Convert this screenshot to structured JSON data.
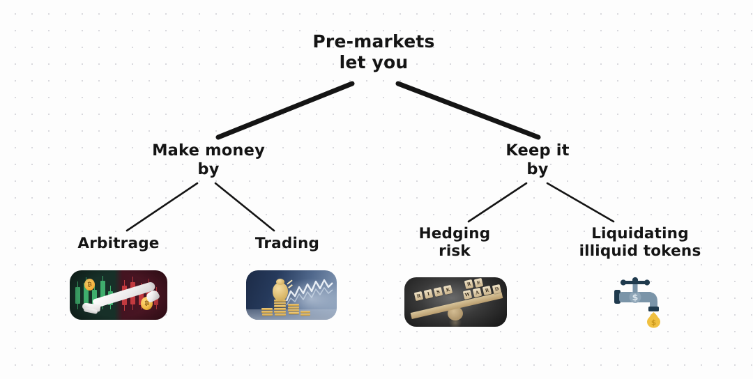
{
  "diagram": {
    "type": "mind-map-tree",
    "background": "#fdfdfd",
    "dot_grid_color": "#d8d8dd",
    "line_color": "#141414",
    "text_color": "#141414",
    "root": {
      "label": "Pre-markets\nlet you"
    },
    "branches": [
      {
        "label": "Make money\nby",
        "side": "left",
        "children": [
          {
            "label": "Arbitrage",
            "image_name": "arbitrage-candlestick-hands-bitcoin-thumbnail",
            "image_alt": "Split green and red candlestick chart with two white hands reaching for bitcoin coins",
            "colors": {
              "left_bg": "#173028",
              "right_bg": "#4e1624",
              "green": "#3fae6d",
              "red": "#c33a3f",
              "coin": "#ef9a22"
            }
          },
          {
            "label": "Trading",
            "image_name": "trading-gold-coins-chart-thumbnail",
            "image_alt": "Stacks of gold coins and a money sack in front of a white line chart on a navy background",
            "colors": {
              "bg": "#1c2b47",
              "highlight": "#8fa3bd",
              "gold": "#c99b3c"
            }
          }
        ]
      },
      {
        "label": "Keep it\nby",
        "side": "right",
        "children": [
          {
            "label": "Hedging\nrisk",
            "image_name": "risk-reward-seesaw-thumbnail",
            "image_alt": "Wooden plank balanced on a fulcrum with scrabble tiles spelling RISK on the low side and REWARD on the high side",
            "tiles_left": [
              "R",
              "I",
              "S",
              "K"
            ],
            "tiles_right_top": [
              "R",
              "E"
            ],
            "tiles_right_bottom": [
              "W",
              "A",
              "R",
              "D"
            ],
            "colors": {
              "bg": "#3a3a3a",
              "wood": "#c9b183",
              "tile": "#efe2c6"
            }
          },
          {
            "label": "Liquidating\nilliquid tokens",
            "image_name": "faucet-dripping-money-bag-icon",
            "image_alt": "Flat icon of a faucet marked with a dollar sign dripping a gold money bag",
            "colors": {
              "body": "#7a94a8",
              "accent": "#1f3a4d",
              "bag": "#f0c040",
              "bag_text": "#c8951c"
            }
          }
        ]
      }
    ],
    "connectors": [
      {
        "name": "root-to-make-money",
        "thickness": 7
      },
      {
        "name": "root-to-keep-it",
        "thickness": 7
      },
      {
        "name": "make-money-to-arbitrage",
        "thickness": 2.6
      },
      {
        "name": "make-money-to-trading",
        "thickness": 2.6
      },
      {
        "name": "keep-it-to-hedging",
        "thickness": 2.6
      },
      {
        "name": "keep-it-to-liquidating",
        "thickness": 2.6
      }
    ]
  }
}
